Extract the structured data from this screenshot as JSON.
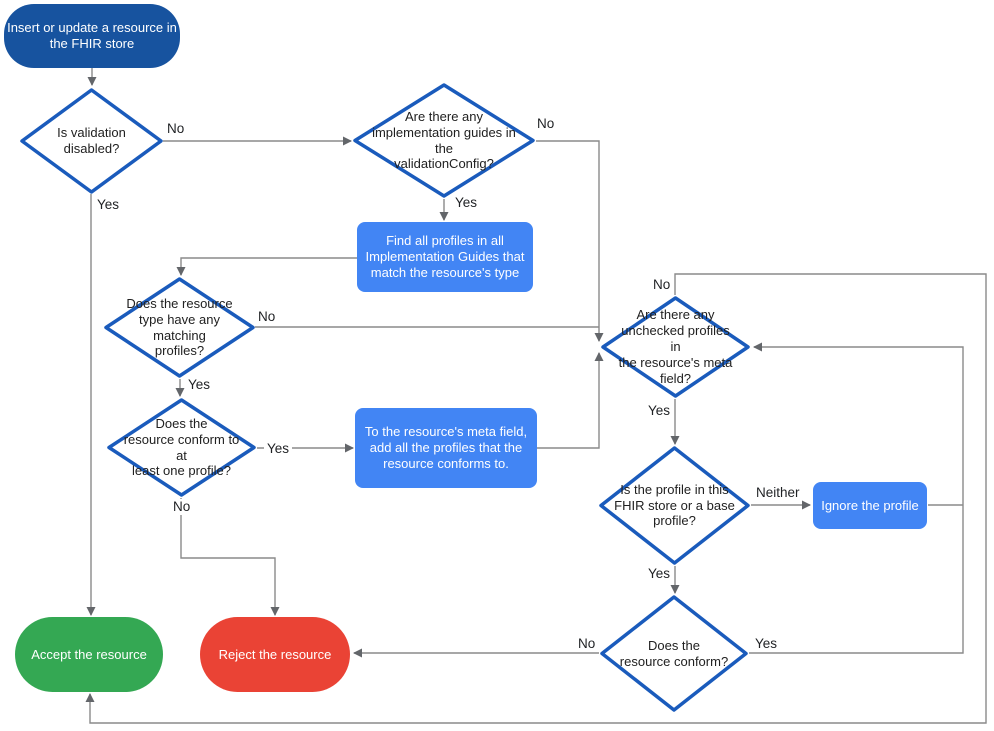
{
  "diagram": {
    "colors": {
      "start_fill": "#17539F",
      "process_fill": "#4285F4",
      "accept_fill": "#34A853",
      "reject_fill": "#EA4335",
      "decision_border": "#1A5BBC",
      "connector_line": "#8A8A8A",
      "arrowhead": "#63666A",
      "edge_label_text": "#1F2124",
      "decision_text": "#212121"
    },
    "nodes": {
      "start": {
        "label": "Insert or update a resource in\nthe FHIR store"
      },
      "d_validation": {
        "label": "Is validation disabled?"
      },
      "d_guides": {
        "label": "Are there any\nimplementation guides in the\nvalidationConfig?"
      },
      "p_find": {
        "label": "Find all profiles in all\nImplementation Guides that\nmatch the resource's type"
      },
      "d_matching": {
        "label": "Does the resource\ntype have any matching\nprofiles?"
      },
      "d_conform_one": {
        "label": "Does the\nresource conform to at\nleast one profile?"
      },
      "p_add_meta": {
        "label": "To the resource's meta field,\nadd all the profiles that the\nresource conforms to."
      },
      "d_unchecked": {
        "label": "Are there any\nunchecked profiles in\nthe resource's meta\nfield?"
      },
      "d_profile_store": {
        "label": "Is the profile in this\nFHIR store or a base\nprofile?"
      },
      "p_ignore": {
        "label": "Ignore the profile"
      },
      "d_conform": {
        "label": "Does the\nresource conform?"
      },
      "accept": {
        "label": "Accept the resource"
      },
      "reject": {
        "label": "Reject the resource"
      }
    },
    "edge_labels": {
      "validation_no": "No",
      "validation_yes": "Yes",
      "guides_no": "No",
      "guides_yes": "Yes",
      "matching_no": "No",
      "matching_yes": "Yes",
      "conform_one_yes": "Yes",
      "conform_one_no": "No",
      "unchecked_no": "No",
      "unchecked_yes": "Yes",
      "profile_neither": "Neither",
      "profile_yes": "Yes",
      "conform_no": "No",
      "conform_yes": "Yes"
    }
  }
}
